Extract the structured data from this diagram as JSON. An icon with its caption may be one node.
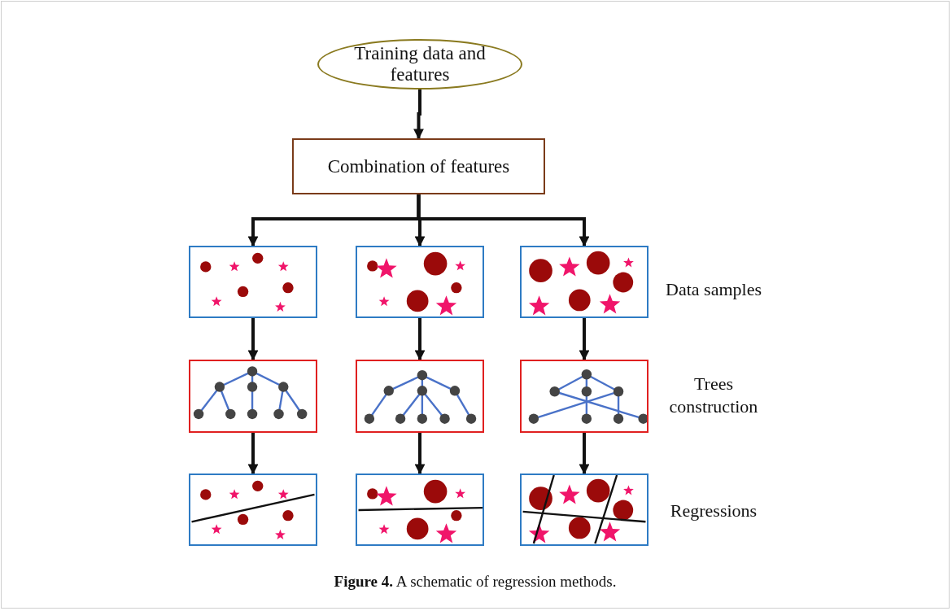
{
  "diagram": {
    "caption": "**Figure 4.** A schematic of regression methods.",
    "nodes": [
      {
        "text": [
          "Training data and features"
        ]
      },
      {
        "text": [
          "Combination of features"
        ]
      },
      {
        "text": [],
        "shape": "box"
      },
      {
        "text": [],
        "shape": "box"
      },
      {
        "text": [],
        "shape": "box"
      },
      {
        "text": [],
        "shape": "box"
      },
      {
        "text": [],
        "shape": "box"
      },
      {
        "text": [],
        "shape": "box"
      },
      {
        "text": [],
        "shape": "box"
      },
      {
        "text": [],
        "shape": "box"
      },
      {
        "text": [],
        "shape": "box"
      }
    ],
    "edges": [
      {
        "from": 0,
        "to": 1,
        "arrow": "to"
      },
      {
        "from": 1,
        "to": 2,
        "arrow": "to"
      },
      {
        "from": 1,
        "to": 3,
        "arrow": "to"
      },
      {
        "from": 1,
        "to": 4,
        "arrow": "to"
      },
      {
        "from": 2,
        "to": 5,
        "arrow": "to"
      },
      {
        "from": 3,
        "to": 6,
        "arrow": "to"
      },
      {
        "from": 4,
        "to": 7,
        "arrow": "to"
      },
      {
        "from": 5,
        "to": 8,
        "arrow": "to"
      },
      {
        "from": 6,
        "to": 9,
        "arrow": "to"
      },
      {
        "from": 7,
        "to": 10,
        "arrow": "to"
      }
    ],
    "labels": [
      "Data samples",
      "Trees construction",
      "Regressions"
    ]
  }
}
